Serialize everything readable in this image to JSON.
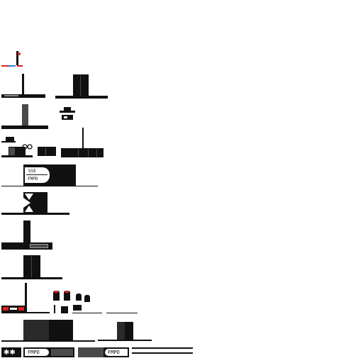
{
  "labels": {
    "sprite_label_a": "FMPD",
    "sprite_label_b": "FMPD",
    "sprite_label_c": "FMPD",
    "sprite_label_d": "SSE",
    "sprite_label_e": "**"
  },
  "colors": {
    "accent_red": "#e02020",
    "accent_blue": "#2a7bd6",
    "dark": "#111111",
    "mid": "#2a2a2a",
    "grey": "#4a4a4a"
  },
  "icons": {
    "glasses": "glasses-icon",
    "person": "person-icon",
    "sparkle": "sparkle-icon"
  }
}
